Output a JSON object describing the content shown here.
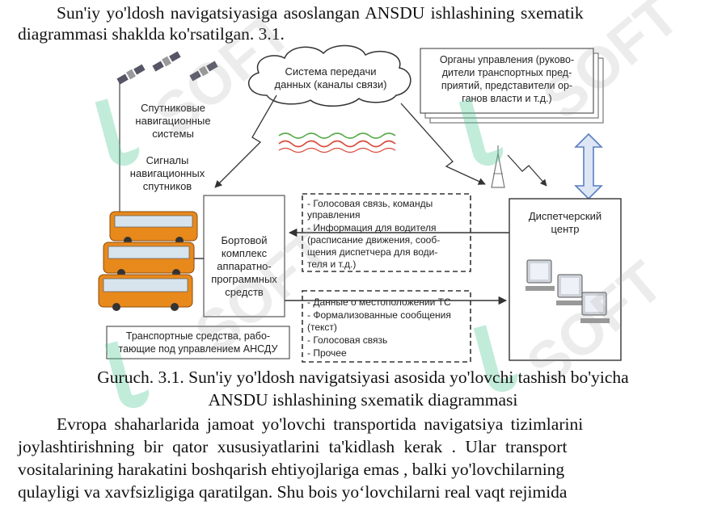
{
  "intro": {
    "line1": "Sun'iy yo'ldosh navigatsiyasiga asoslangan ANSDU ishlashining sxematik",
    "line2": "diagrammasi shakldа ko'rsatilgan. 3.1."
  },
  "diagram": {
    "cloud_title": [
      "Система передачи",
      "данных (каналы связи)"
    ],
    "authorities": [
      "Органы управления (руково-",
      "дители транспортных пред-",
      "приятий, представители ор-",
      "ганов власти и т.д.)"
    ],
    "satellites_label": [
      "Спутниковые",
      "навигационные",
      "системы"
    ],
    "signals_label": [
      "Сигналы",
      "навигационных",
      "спутников"
    ],
    "onboard": [
      "Бортовой",
      "комплекс",
      "аппаратно-",
      "программных",
      "средств"
    ],
    "dispatch": [
      "Диспетчерский",
      "центр"
    ],
    "to_vehicle": [
      "- Голосовая связь, команды",
      "управления",
      "- Информация для водителя",
      "(расписание движения, сооб-",
      "щения диспетчера для води-",
      "теля и т.д.)"
    ],
    "to_center": [
      "- Данные о местоположении ТС",
      "- Формализованные сообщения",
      "(текст)",
      "- Голосовая связь",
      "- Прочее"
    ],
    "vehicles": [
      "Транспортные средства, рабо-",
      "тающие под управлением АНСДУ"
    ]
  },
  "caption": {
    "line1": "Guruch. 3.1. Sun'iy yo'ldosh navigatsiyasi asosida yo'lovchi tashish bo'yicha",
    "line2": "ANSDU ishlashining sxematik diagrammasi"
  },
  "body": {
    "line1": "Evropa shaharlarida jamoat yo'lovchi transportida navigatsiya tizimlarini",
    "line2": "joylashtirishning bir qator xususiyatlarini ta'kidlash kerak . Ular transport",
    "line3": "vositalarining harakatini boshqarish ehtiyojlariga emas , balki yo'lovchilarning",
    "line4": "qulayligi va xavfsizligiga qaratilgan. Shu bois yo‘lovchilarni real vaqt rejimida"
  },
  "watermark": "SOFT",
  "colors": {
    "bus": "#e8891c",
    "arrow_blue": "#5b7fc0",
    "wave_red": "#d94a3a",
    "wave_green": "#5aaa4a"
  }
}
